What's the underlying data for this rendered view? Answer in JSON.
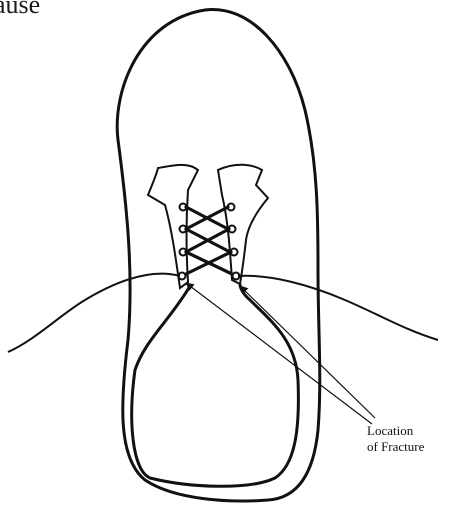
{
  "header_fragment": "ause",
  "annotation": {
    "line1": "Location",
    "line2": "of Fracture"
  },
  "colors": {
    "ink": "#111111",
    "paper": "#ffffff"
  }
}
